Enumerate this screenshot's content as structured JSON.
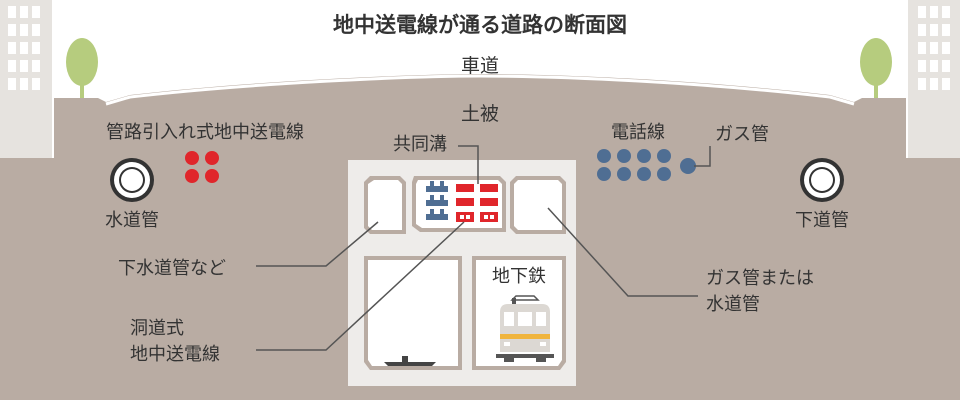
{
  "title": "地中送電線が通る道路の断面図",
  "labels": {
    "roadway": "車道",
    "cover_soil": "土被",
    "common_duct": "共同溝",
    "pipe_line": "管路引入れ式地中送電線",
    "telephone_line": "電話線",
    "gas_pipe": "ガス管",
    "water_pipe": "水道管",
    "sewer_pipe": "下道管",
    "subway": "地下鉄",
    "sewer_etc": "下水道管など",
    "tunnel_line_1": "洞道式",
    "tunnel_line_2": "地中送電線",
    "gas_or_water_1": "ガス管または",
    "gas_or_water_2": "水道管"
  },
  "colors": {
    "earth": "#b9aca3",
    "sky": "#ffffff",
    "building": "#e6e3df",
    "building_window": "#ffffff",
    "tree": "#b6cc7e",
    "concrete": "#eeecea",
    "cable_red": "#e0262b",
    "cable_blue": "#4f6e93",
    "leader_line": "#555555",
    "train_body": "#dcd8d3",
    "train_stripe": "#f0b43c"
  },
  "icons": {
    "pipe": "pipe-ring-icon",
    "train": "train-icon",
    "tree": "tree-icon",
    "building": "building-icon"
  }
}
